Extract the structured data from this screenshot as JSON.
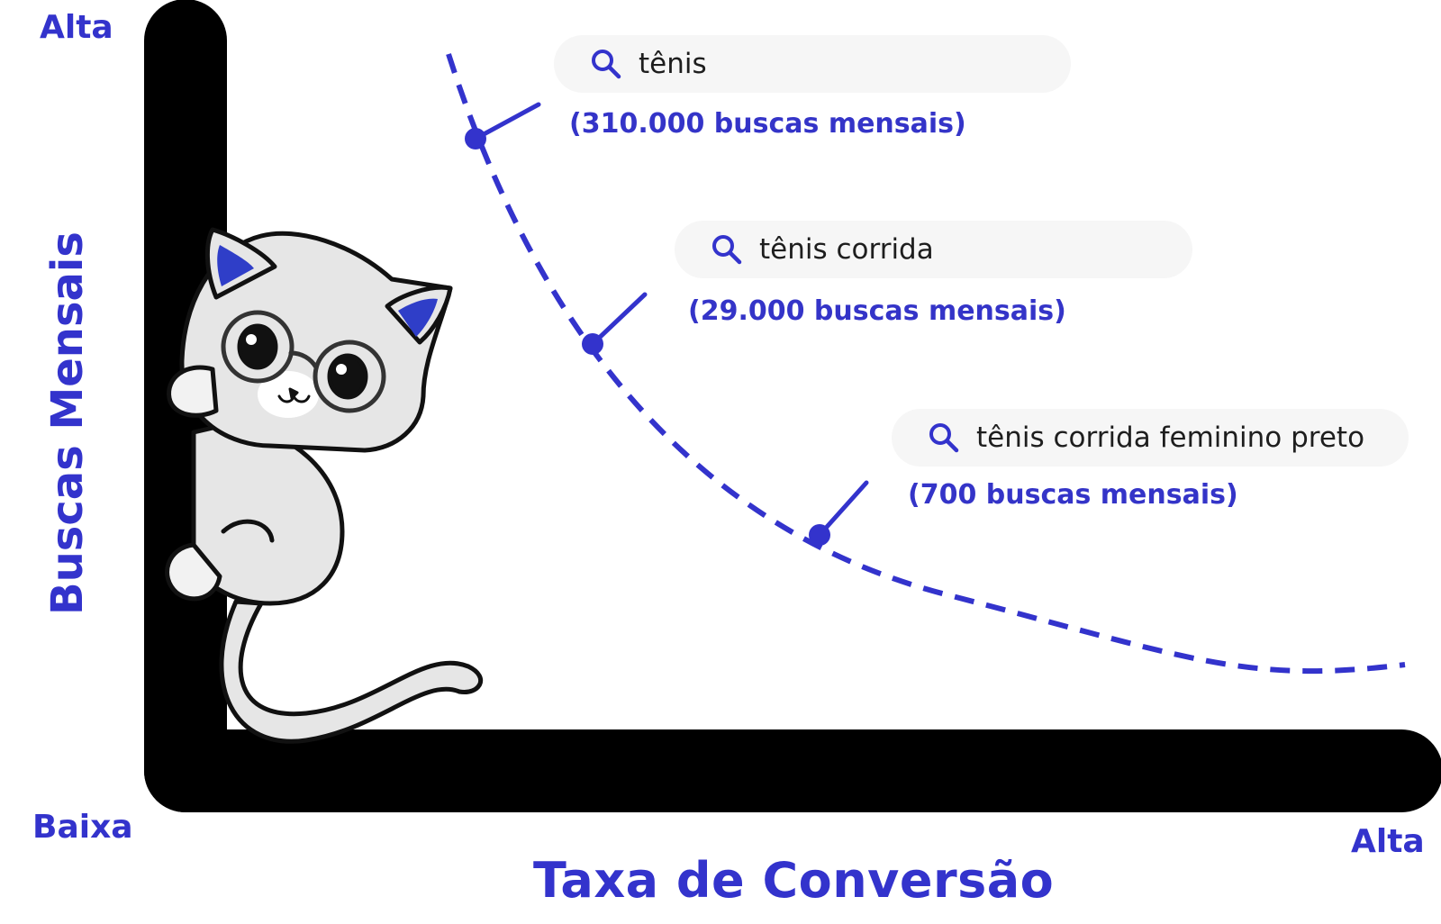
{
  "axes": {
    "y_title": "Buscas Mensais",
    "y_high_label": "Alta",
    "x_title": "Taxa de Conversão",
    "x_low_label": "Baixa",
    "x_high_label": "Alta"
  },
  "colors": {
    "accent": "#3333cc",
    "axis": "#000000",
    "pill_bg": "#f6f6f6",
    "text_dark": "#1e1e1e"
  },
  "keywords": [
    {
      "query": "tênis",
      "searches": "(310.000 buscas mensais)",
      "icon": "search-icon"
    },
    {
      "query": "tênis corrida",
      "searches": "(29.000 buscas mensais)",
      "icon": "search-icon"
    },
    {
      "query": "tênis corrida feminino preto",
      "searches": "(700 buscas mensais)",
      "icon": "search-icon"
    }
  ],
  "illustration": {
    "icon": "cat-with-glasses-icon"
  }
}
